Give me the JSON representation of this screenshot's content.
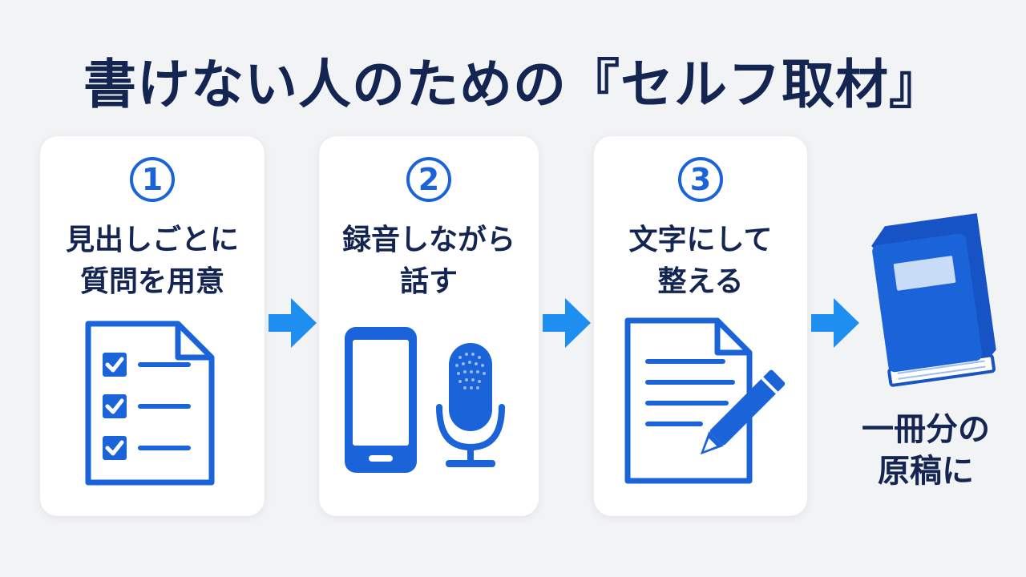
{
  "title": "書けない人のための『セルフ取材』",
  "steps": [
    {
      "number": "1",
      "line1": "見出しごとに",
      "line2": "質問を用意",
      "icon": "checklist-document-icon"
    },
    {
      "number": "2",
      "line1": "録音しながら",
      "line2": "話す",
      "icon": "smartphone-microphone-icon"
    },
    {
      "number": "3",
      "line1": "文字にして",
      "line2": "整える",
      "icon": "document-pencil-icon"
    }
  ],
  "result": {
    "line1": "一冊分の",
    "line2": "原稿に",
    "icon": "book-icon"
  },
  "colors": {
    "accent": "#1a63d8",
    "arrow": "#1e8ff0",
    "title": "#142552",
    "card": "#ffffff",
    "background": "#f2f3f5"
  }
}
